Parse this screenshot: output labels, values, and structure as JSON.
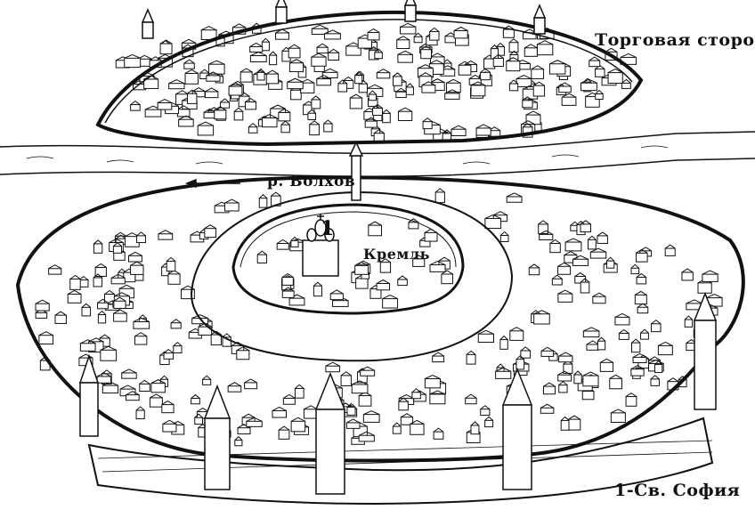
{
  "labels": {
    "trade_side": "Торговая сторона",
    "river": "р. Волхов",
    "kremlin": "Кремль",
    "marker": "1",
    "legend": "1-Св. София"
  },
  "colors": {
    "ink": "#111111",
    "paper": "#ffffff"
  }
}
